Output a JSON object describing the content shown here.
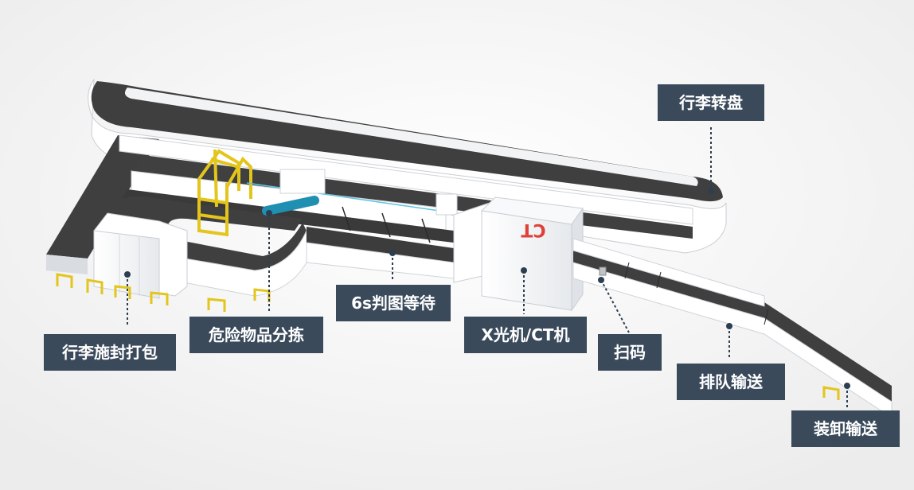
{
  "labels": {
    "baggage_carousel": "行李转盘",
    "wrap_pack": "行李施封打包",
    "dangerous_sort": "危险物品分拣",
    "wait_6s": "6s判图等待",
    "xray_ct": "X光机/CT机",
    "scan": "扫码",
    "queue_convey": "排队输送",
    "load_unload": "装卸输送"
  },
  "machine": {
    "ct_text": "CT"
  },
  "colors": {
    "background": "#f4f4f4",
    "label_bg": "#3a4a5b",
    "label_text": "#ffffff",
    "belt": "#3f3f3f",
    "wall": "#ffffff",
    "wall_shadow": "#d9dde2",
    "railing": "#e3c51c",
    "teal_pipe": "#1f8fb2",
    "ct_text": "#e0403a",
    "leader_line": "#2c3e50"
  },
  "icons": {
    "leader_dot": "circle-dot-icon"
  }
}
